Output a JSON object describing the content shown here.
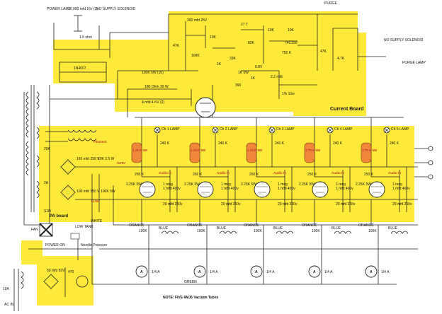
{
  "colors": {
    "highlight": "#fde93a",
    "resistor_fill": "#f0883c",
    "wire": "#222222",
    "red_label": "#c0392b"
  },
  "boards": {
    "current": "Current Board",
    "pa": "PA board"
  },
  "top_labels": {
    "power_lamp": "POWER LAMP",
    "cap_top": "10,000 mfd 16v (2)",
    "no_supply": "NO SUPPLY SOLENOID",
    "purge": "PURGE",
    "no_supply_right": "NO SUPPLY SOLENOID",
    "purge_lamp": "PURGE LAMP",
    "ohm_15": "1.5 ohm",
    "diode": "1N4007",
    "cap_300": "300 mfd 25V",
    "cap_27": "27 T",
    "r_10k_a": "10K",
    "r_10k_b": "10K",
    "r_10k_c": "10K",
    "r_47k_a": "47K",
    "r_47k_b": "47K",
    "r_100k": "100K",
    "r_1k": "1K",
    "r_82k": "82K",
    "ic": "74C150",
    "r_476": "4.7K",
    "zener": "6.8V",
    "cap_22": "2.2 mfd",
    "r_1k_5w": "1K 5W",
    "r_33k": "33K",
    "r_390": "390",
    "r_180ohm": "180 Ohm 30 W",
    "cap_4": "4 mfd 4 KV (2)",
    "r_100k_5w": "100K 5W (10)",
    "r_750k": "750 K",
    "r_1k_b": "1K",
    "pct": "1% 10w"
  },
  "filament": "Filament",
  "mid_labels": {
    "c160": "160 mfd 250 V",
    "r10k_25": "10K 2.5 W",
    "c100": "100 mfd 350 V",
    "r100k_5w": "100K 5W",
    "amp_20a": "20A",
    "amp_2a": "2A",
    "amp_10a": "10A",
    "plus175v": "+175V",
    "plus175v_b": "+175V",
    "s1n": "S1N",
    "white": "WHITE",
    "green": "GREEN",
    "fan": "FAN",
    "low_tank": "LOW TANK",
    "power_on": "POWER ON",
    "needle": "Needle Pressure",
    "c50": "50 mfd 50V",
    "r470": "470",
    "ac_in": "AC IN"
  },
  "channels": [
    {
      "lamp": "Ch 1 LAMP",
      "r_orange": "1.75 K 5W",
      "r240": "240 K",
      "audio": "Audio In",
      "r250": "250 K",
      "r1m": "1 meg",
      "c1": "1 mfd 400v",
      "r225": "2.25K 5W",
      "c20": "20 mfd 250v",
      "orange": "ORANGE",
      "r100": "100K",
      "blue": "BLUE",
      "meter": "1/4 A"
    },
    {
      "lamp": "Ch 2 LAMP",
      "r_orange": "1.75 K 5W",
      "r240": "240 K",
      "audio": "Audio In",
      "r250": "250 K",
      "r1m": "1 meg",
      "c1": "1 mfd 400v",
      "r225": "2.25K 5W",
      "c20": "20 mfd 250v",
      "orange": "ORANGE",
      "r100": "100K",
      "blue": "BLUE",
      "meter": "1/4 A"
    },
    {
      "lamp": "Ch 3 LAMP",
      "r_orange": "1.75 K 5W",
      "r240": "240 K",
      "audio": "Audio In",
      "r250": "250 K",
      "r1m": "1 meg",
      "c1": "1 mfd 400v",
      "r225": "2.25K 5W",
      "c20": "20 mfd 250v",
      "orange": "ORANGE",
      "r100": "100K",
      "blue": "BLUE",
      "meter": "1/4 A"
    },
    {
      "lamp": "Ch 4 LAMP",
      "r_orange": "1.75 K 5W",
      "r240": "240 K",
      "audio": "Audio In",
      "r250": "250 K",
      "r1m": "1 meg",
      "c1": "1 mfd 400v",
      "r225": "2.25K 5W",
      "c20": "20 mfd 250v",
      "orange": "ORANGE",
      "r100": "100K",
      "blue": "BLUE",
      "meter": "1/4 A"
    },
    {
      "lamp": "Ch 5 LAMP",
      "r_orange": "1.75 K 5W",
      "r240": "240 K",
      "audio": "Audio In",
      "r250": "250 K",
      "r1m": "1 meg",
      "c1": "1 mfd 400v",
      "r225": "2.25K 5W",
      "c20": "20 mfd 250v",
      "orange": "ORANGE",
      "r100": "100K",
      "blue": "BLUE",
      "meter": "1/4 A"
    }
  ],
  "meter_symbol": "A",
  "note": "NOTE: FIVE 6MJ6 Vacuum Tubes"
}
